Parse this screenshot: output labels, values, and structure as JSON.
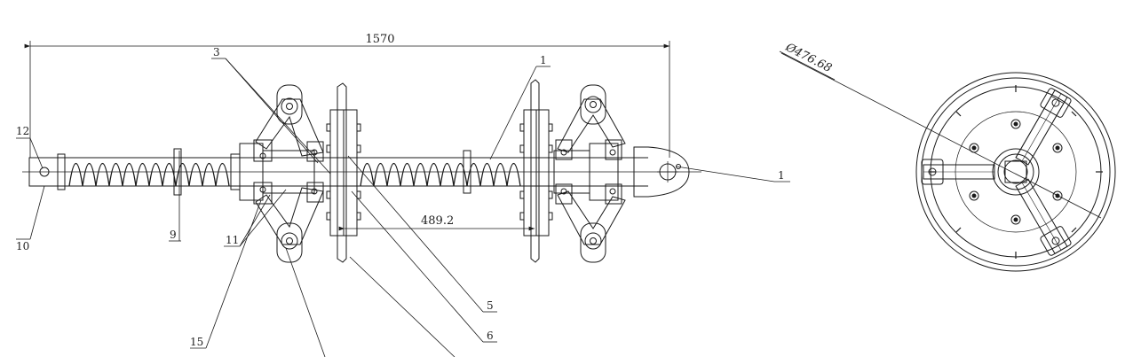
{
  "dimensions": {
    "overall_length": "1570",
    "disc_spacing": "489.2",
    "diameter": "Ø476.68"
  },
  "callouts": [
    "12",
    "10",
    "9",
    "11",
    "15",
    "3",
    "5",
    "6",
    "1",
    "1"
  ],
  "colors": {
    "line": "#1a1a1a",
    "background": "#ffffff"
  }
}
